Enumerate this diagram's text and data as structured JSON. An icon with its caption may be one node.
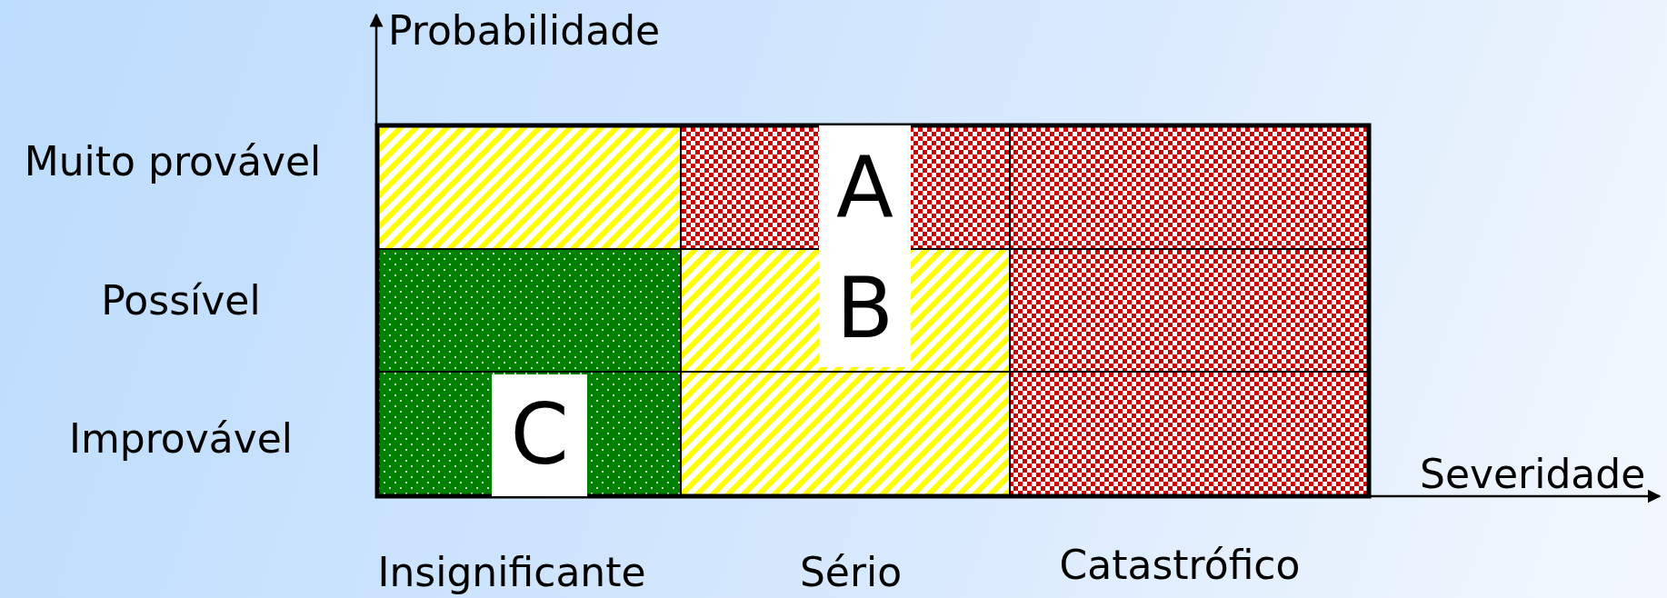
{
  "diagram": {
    "nodes": [
      {
        "text": [
          "A"
        ]
      },
      {
        "text": [
          "B"
        ]
      },
      {
        "text": [
          "C"
        ]
      }
    ],
    "labels": [
      "Probabilidade",
      "Muito provável",
      "Possível",
      "Improvável",
      "Severidade",
      "Insignificante",
      "Sério",
      "Catastrófico"
    ]
  }
}
